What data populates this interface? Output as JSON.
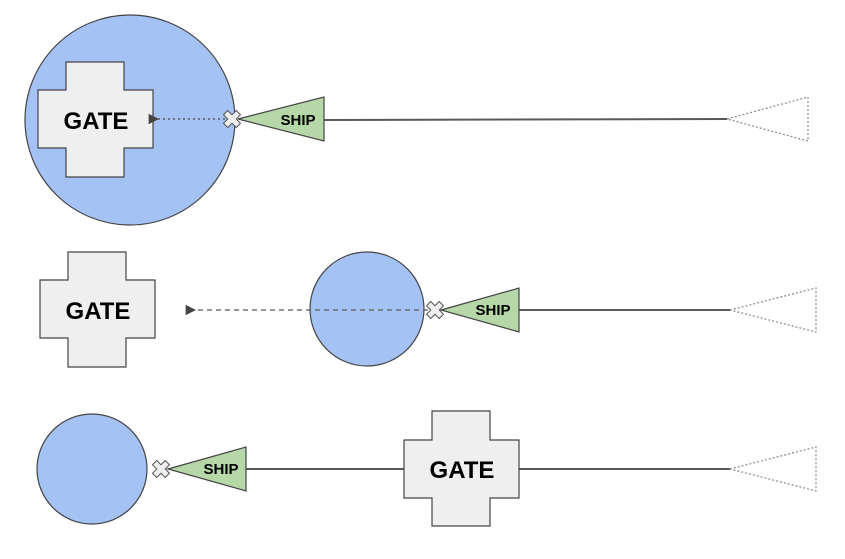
{
  "labels": {
    "gate": "GATE",
    "ship": "SHIP"
  },
  "colors": {
    "circle_fill": "#a4c2f4",
    "gate_fill": "#efefef",
    "ship_fill": "#b6d7a8",
    "line": "#595959",
    "stroke": "#444444",
    "ghost_outline": "#888888",
    "marker_fill": "#efefef"
  },
  "icons": {
    "collision_marker": "x-cross-icon",
    "arrowhead": "arrowhead-left-icon"
  },
  "rows": [
    {
      "id": "row-1",
      "scenario": "gate-inside-circle",
      "trace_style": "dotted"
    },
    {
      "id": "row-2",
      "scenario": "gate-outside-circle",
      "trace_style": "dashed"
    },
    {
      "id": "row-3",
      "scenario": "gate-on-path",
      "trace_style": "none"
    }
  ]
}
